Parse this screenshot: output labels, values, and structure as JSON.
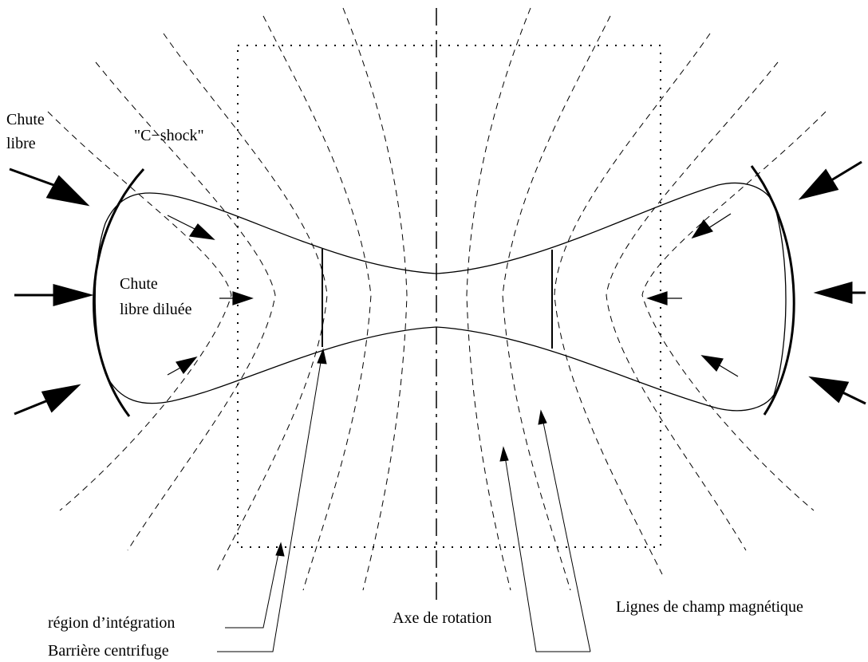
{
  "labels": {
    "free_fall_line1": "Chute",
    "free_fall_line2": "libre",
    "c_shock": "\"C−shock\"",
    "diluted_free_fall_line1": "Chute",
    "diluted_free_fall_line2": "libre diluée",
    "integration_region": "région d’intégration",
    "rotation_axis": "Axe de rotation",
    "magnetic_field_lines": "Lignes de champ magnétique",
    "centrifugal_barrier": "Barrière  centrifuge"
  },
  "colors": {
    "ink": "#000000",
    "background": "#ffffff"
  }
}
